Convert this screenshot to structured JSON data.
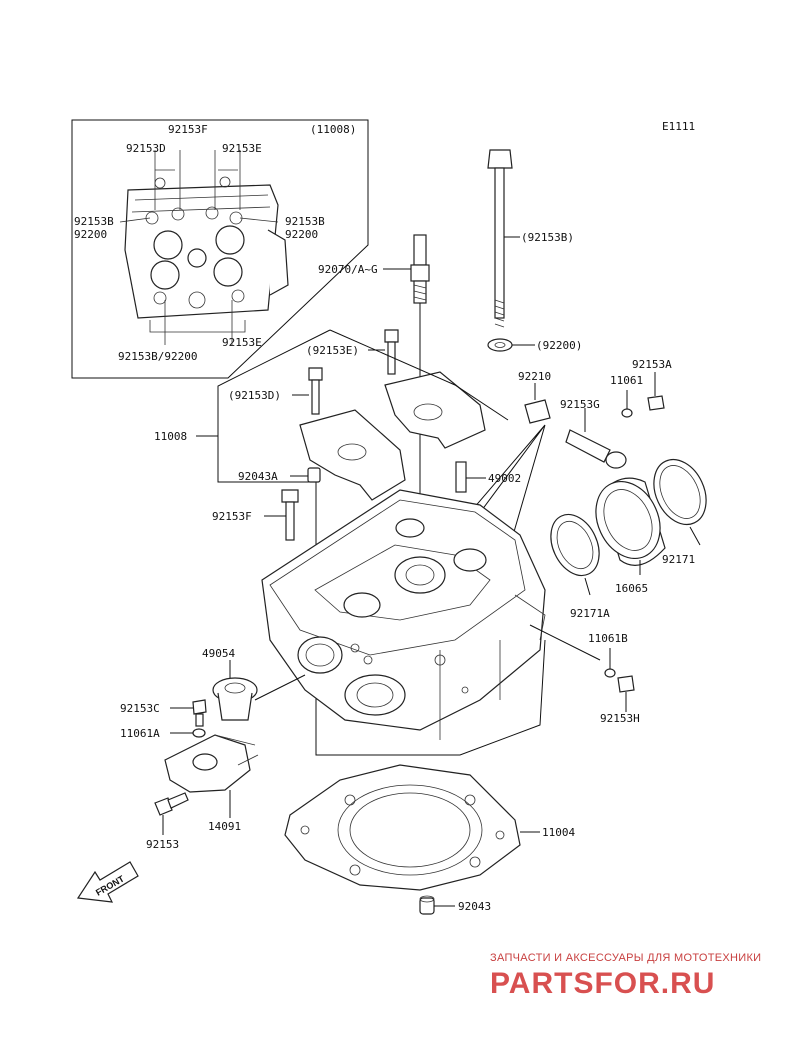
{
  "diagram_code": "E1111",
  "inset": {
    "top_label": "92153F",
    "assy_label": "(11008)",
    "labels": [
      "92153D",
      "92153E",
      "92153B",
      "92200",
      "92153B",
      "92200",
      "92153B/92200",
      "92153E"
    ]
  },
  "parts": {
    "p92153B_paren": "(92153B)",
    "p92070": "92070/A~G",
    "p92200_paren": "(92200)",
    "p92153E_paren": "(92153E)",
    "p92210": "92210",
    "p92153A": "92153A",
    "p11061": "11061",
    "p92153D_paren": "(92153D)",
    "p92153G": "92153G",
    "p11008": "11008",
    "p92043A": "92043A",
    "p49002": "49002",
    "p92153F": "92153F",
    "p92171": "92171",
    "p16065": "16065",
    "p92171A": "92171A",
    "p11061B": "11061B",
    "p49054": "49054",
    "p92153H": "92153H",
    "p92153C": "92153C",
    "p11061A": "11061A",
    "p14091": "14091",
    "p92153": "92153",
    "p11004": "11004",
    "p92043": "92043"
  },
  "front_arrow": "FRONT",
  "watermark": {
    "tagline": "ЗАПЧАСТИ И АКСЕССУАРЫ ДЛЯ МОТОТЕХНИКИ",
    "brand": "PARTSFOR.RU"
  },
  "colors": {
    "ink": "#111111",
    "watermark": "#d85050"
  }
}
